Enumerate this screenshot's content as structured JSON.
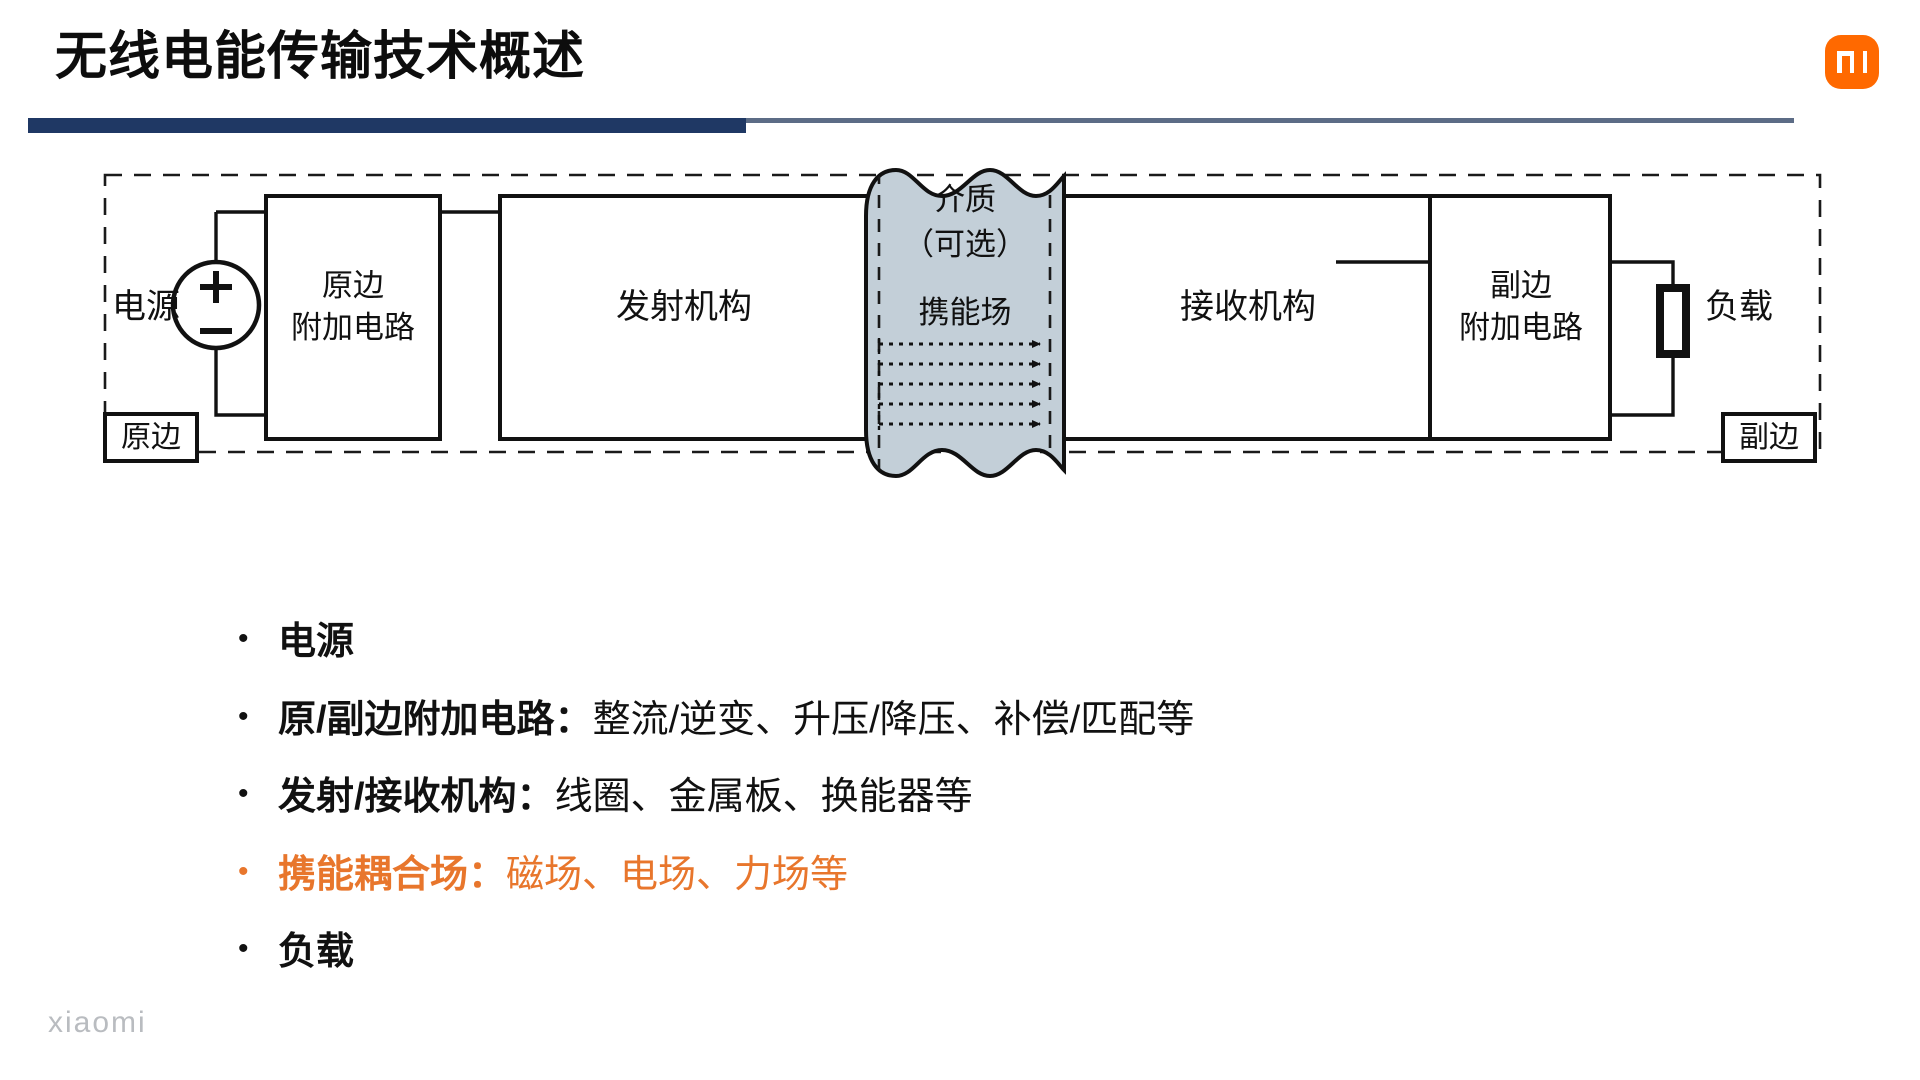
{
  "slide": {
    "title": "无线电能传输技术概述",
    "accent_navy": "#1f3864",
    "accent_gray_blue": "#5c6c86",
    "accent_orange": "#e8762c",
    "brand_orange": "#ff6900",
    "footer_watermark": "xiaomi"
  },
  "logo": {
    "name": "xiaomi-logo",
    "glyph_text": "mi"
  },
  "diagram": {
    "name": "wireless-power-transfer-block-diagram",
    "source_label": "电源",
    "source_symbol_plus": "+",
    "source_symbol_minus": "–",
    "blocks": [
      {
        "id": "primary-extra-circuit",
        "line1": "原边",
        "line2": "附加电路"
      },
      {
        "id": "transmitter",
        "line1": "发射机构",
        "line2": ""
      },
      {
        "id": "receiver",
        "line1": "接收机构",
        "line2": ""
      },
      {
        "id": "secondary-extra-circuit",
        "line1": "副边",
        "line2": "附加电路"
      }
    ],
    "medium": {
      "id": "coupling-medium",
      "line1": "介质",
      "line2": "（可选）",
      "field_label": "携能场",
      "fill_color": "#c3cfd8",
      "arrow_count": 5
    },
    "load_label": "负载",
    "side_tags": [
      {
        "id": "primary-side-tag",
        "label": "原边"
      },
      {
        "id": "secondary-side-tag",
        "label": "副边"
      }
    ]
  },
  "bullets": [
    {
      "lead": "电源",
      "rest": "",
      "accent": false
    },
    {
      "lead": "原/副边附加电路：",
      "rest": "整流/逆变、升压/降压、补偿/匹配等",
      "accent": false
    },
    {
      "lead": "发射/接收机构：",
      "rest": "线圈、金属板、换能器等",
      "accent": false
    },
    {
      "lead": "携能耦合场：",
      "rest": "磁场、电场、力场等",
      "accent": true
    },
    {
      "lead": "负载",
      "rest": "",
      "accent": false
    }
  ]
}
